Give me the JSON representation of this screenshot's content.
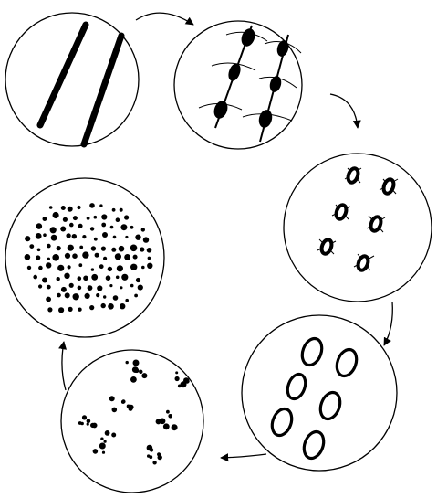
{
  "diagram": {
    "kind": "cycle",
    "stages": [
      {
        "name": "stage-1",
        "motif": "two-parallel-rods"
      },
      {
        "name": "stage-2",
        "motif": "beaded-strands"
      },
      {
        "name": "stage-3",
        "motif": "rings-with-hairs"
      },
      {
        "name": "stage-4",
        "motif": "open-ovals"
      },
      {
        "name": "stage-5",
        "motif": "clustered-dots"
      },
      {
        "name": "stage-6",
        "motif": "scattered-dots"
      }
    ],
    "arrows": [
      {
        "from": "stage-1",
        "to": "stage-2"
      },
      {
        "from": "stage-2",
        "to": "stage-3"
      },
      {
        "from": "stage-3",
        "to": "stage-4"
      },
      {
        "from": "stage-4",
        "to": "stage-5"
      },
      {
        "from": "stage-5",
        "to": "stage-6"
      }
    ],
    "colors": {
      "ink": "#000000",
      "fill": "#ffffff"
    }
  }
}
